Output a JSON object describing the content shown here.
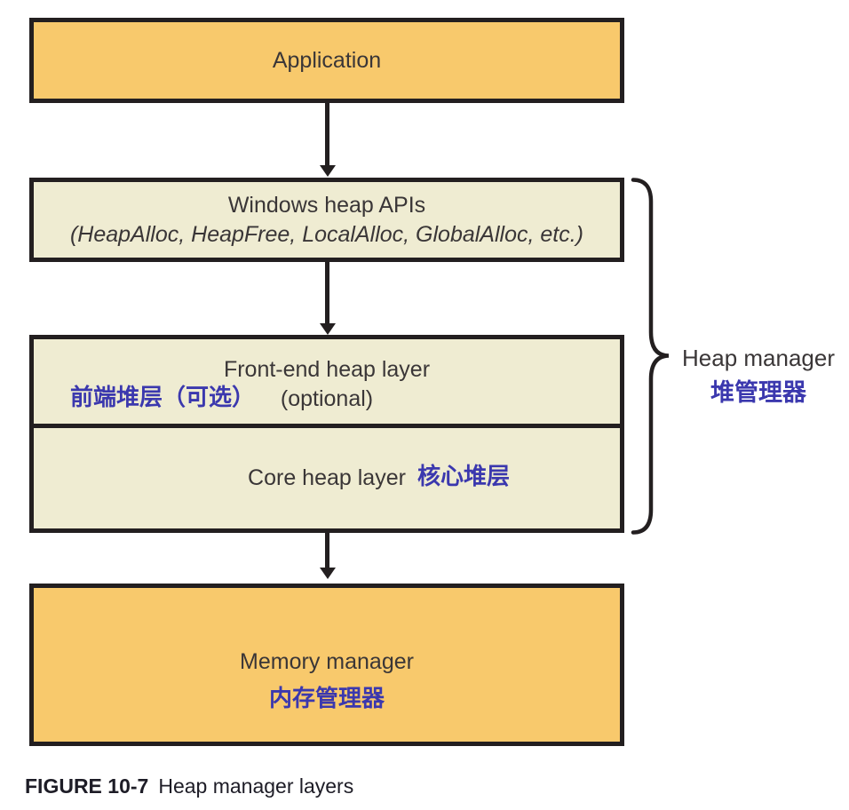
{
  "palette": {
    "orange": "#f8c96c",
    "cream": "#efecd2",
    "line": "#231f20",
    "blue": "#3b38ae",
    "text": "#3a3637",
    "caption": "#1d1c26"
  },
  "diagram": {
    "boxes": {
      "application": {
        "label": "Application"
      },
      "windows_heap_apis": {
        "title": "Windows heap APIs",
        "subtitle": "(HeapAlloc, HeapFree, LocalAlloc, GlobalAlloc, etc.)"
      },
      "front_end_heap": {
        "title": "Front-end heap layer",
        "title_cn": "前端堆层（可选）",
        "optional": "(optional)"
      },
      "core_heap": {
        "title": "Core heap layer",
        "title_cn": "核心堆层"
      },
      "memory_manager": {
        "title": "Memory manager",
        "title_cn": "内存管理器"
      }
    },
    "brace_label": {
      "en": "Heap manager",
      "cn": "堆管理器"
    }
  },
  "caption": {
    "number": "FIGURE 10-7",
    "text": "Heap manager layers"
  }
}
